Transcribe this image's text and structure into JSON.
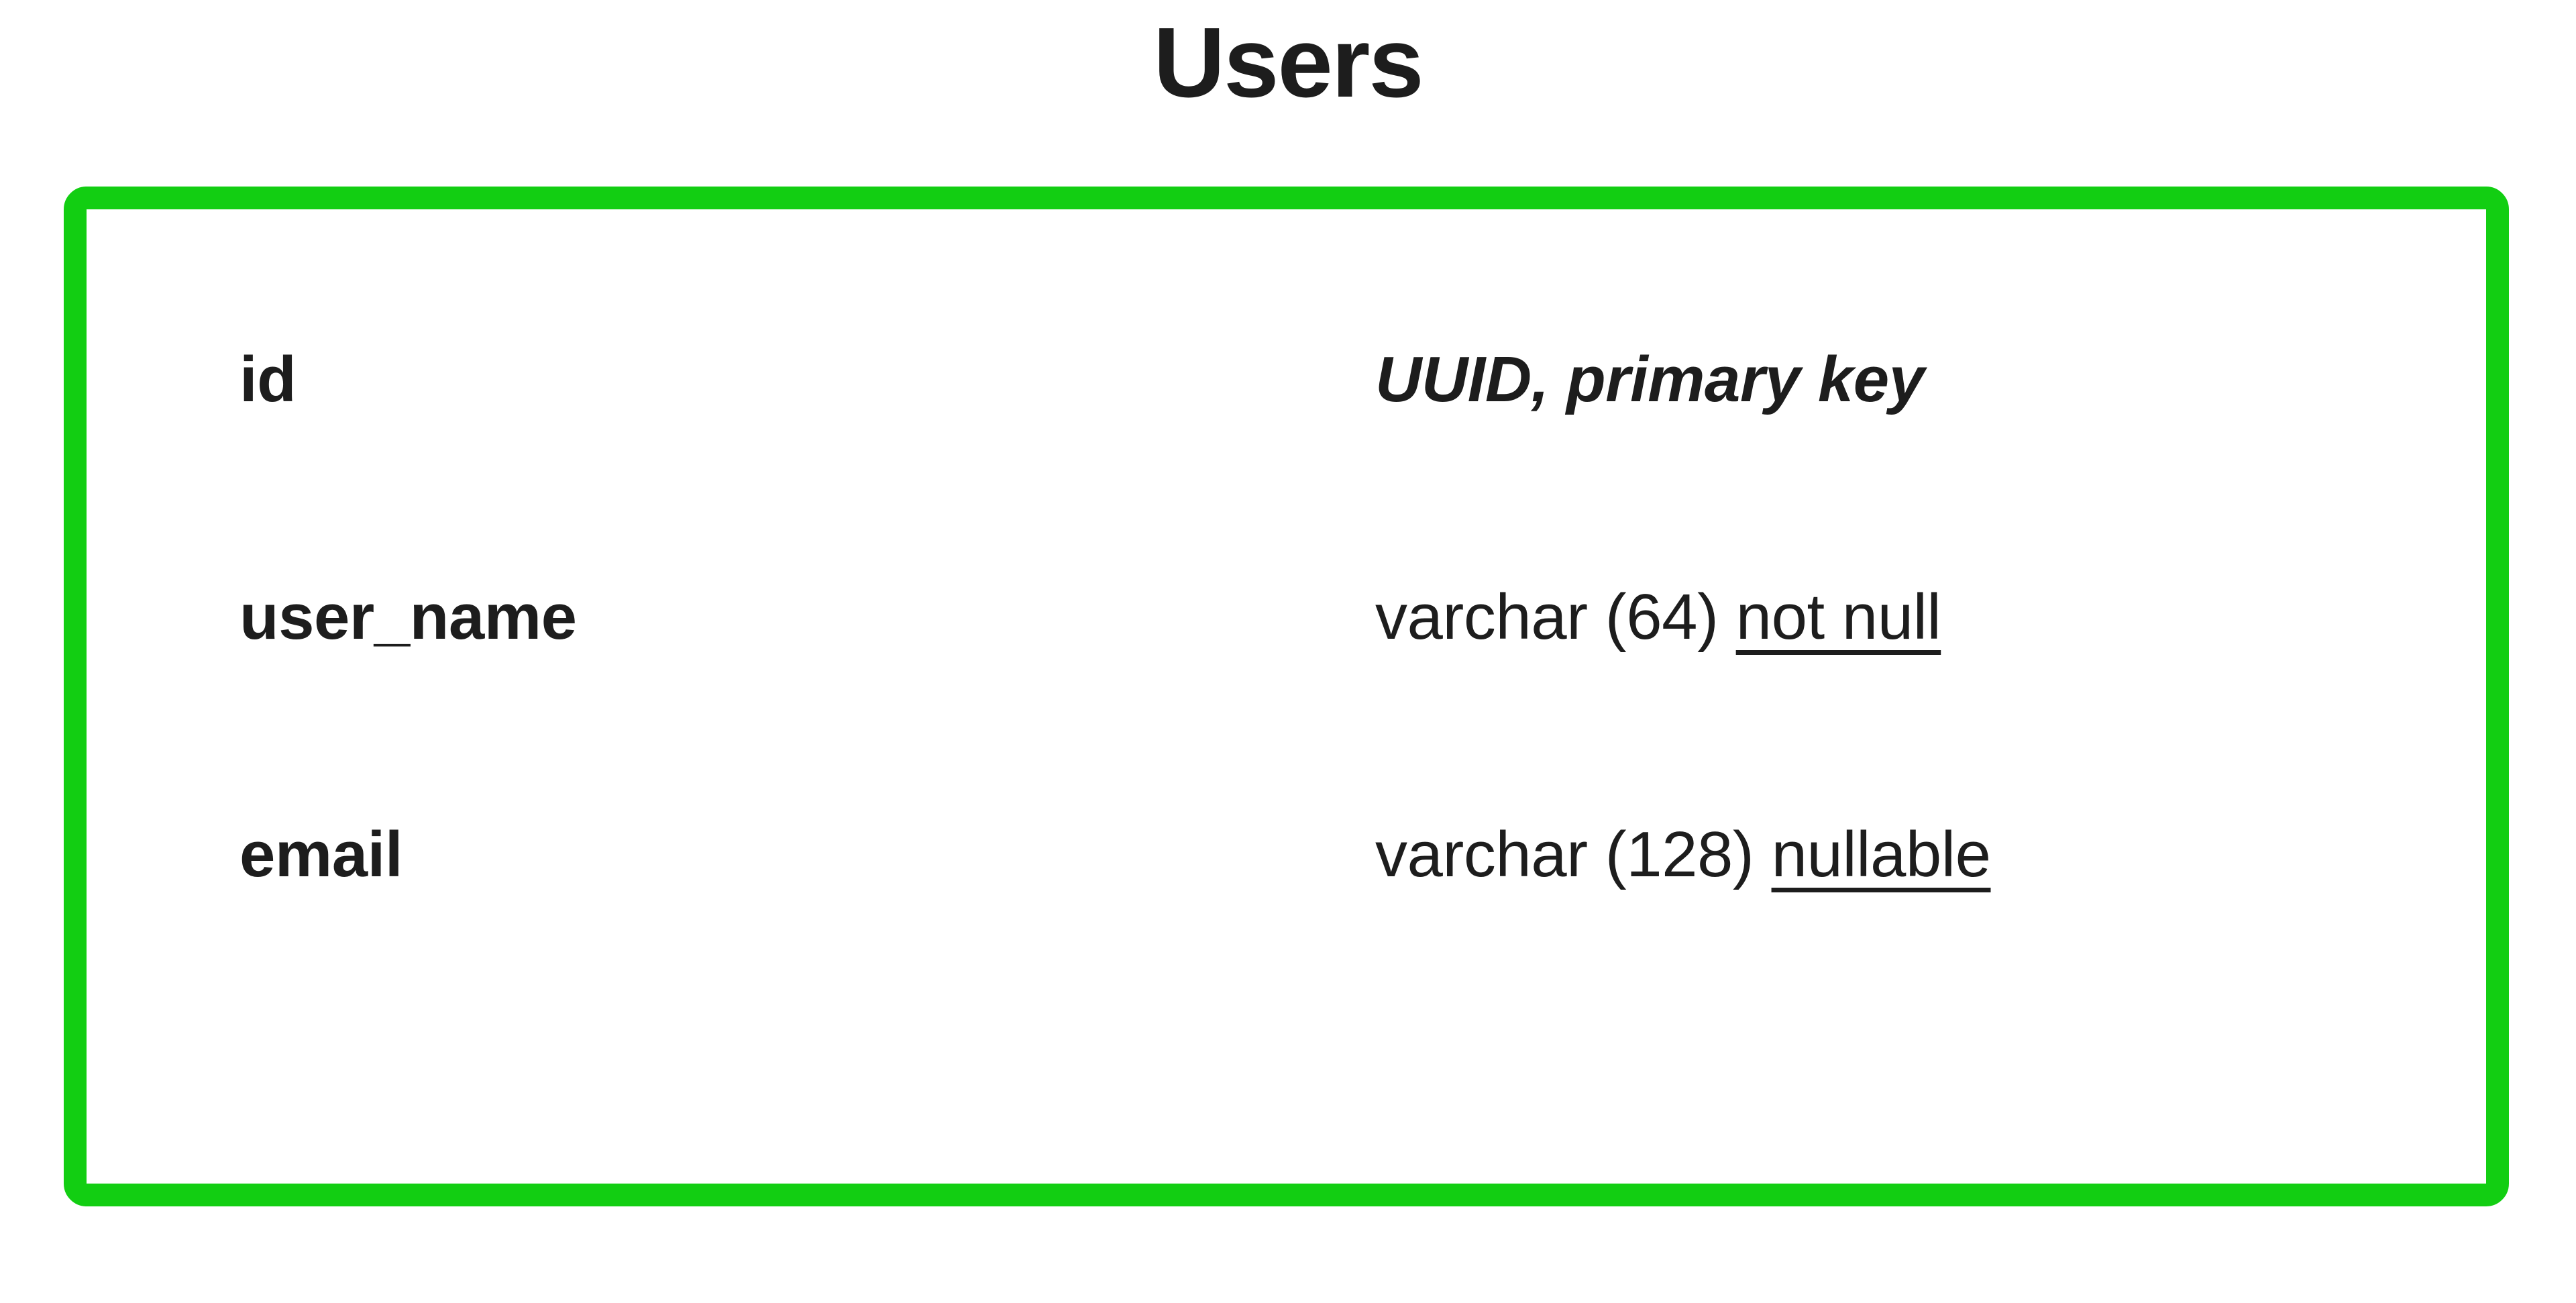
{
  "diagram": {
    "type": "er-entity-card",
    "title": "Users",
    "accent_color": "#12ce12",
    "text_color": "#1d1d1d",
    "background_color": "#ffffff"
  },
  "entity": {
    "name": "Users",
    "fields": [
      {
        "name": "id",
        "type_base": "UUID, primary key",
        "type_constraint": "",
        "italic": true,
        "underlined_constraint": false
      },
      {
        "name": "user_name",
        "type_base": "varchar (64) ",
        "type_constraint": "not null",
        "italic": false,
        "underlined_constraint": true
      },
      {
        "name": "email",
        "type_base": "varchar (128) ",
        "type_constraint": "nullable",
        "italic": false,
        "underlined_constraint": true
      }
    ]
  }
}
